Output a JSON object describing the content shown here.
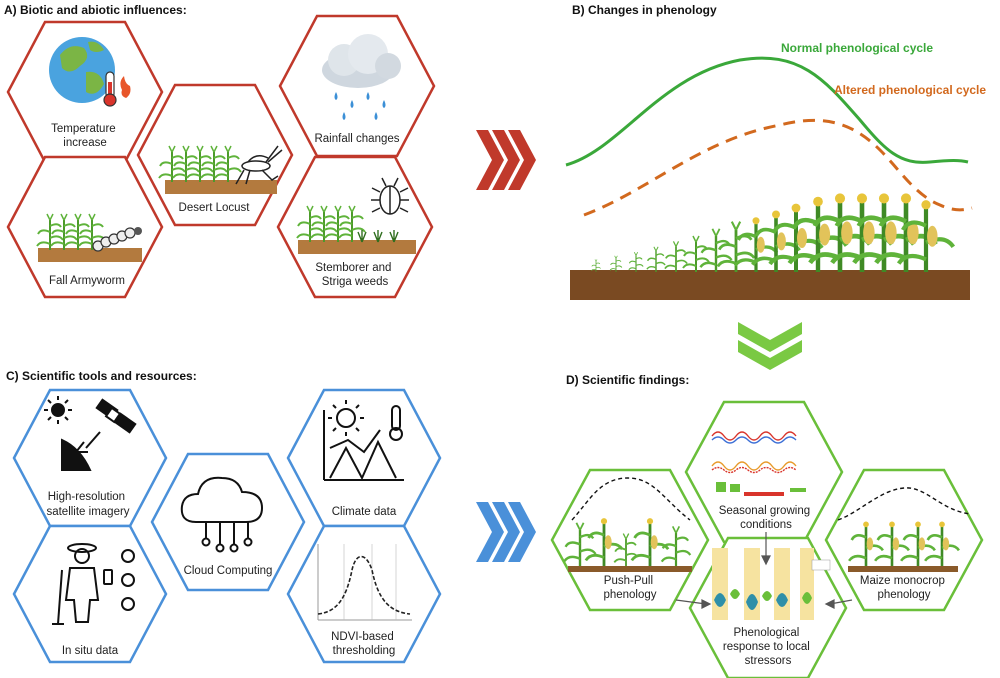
{
  "panels": {
    "a": {
      "title": "A) Biotic and abiotic influences:",
      "items": {
        "temperature": [
          "Temperature",
          "increase"
        ],
        "rainfall": "Rainfall changes",
        "locust": "Desert Locust",
        "armyworm": "Fall Armyworm",
        "stemborer": [
          "Stemborer and",
          "Striga weeds"
        ]
      }
    },
    "b": {
      "title": "B) Changes in phenology",
      "normal_label": "Normal phenological cycle",
      "altered_label": "Altered phenological cycle"
    },
    "c": {
      "title": "C) Scientific tools and resources:",
      "items": {
        "satellite": [
          "High-resolution",
          "satellite imagery"
        ],
        "climate": "Climate data",
        "cloud": "Cloud Computing",
        "insitu": "In situ data",
        "ndvi": [
          "NDVI-based",
          "thresholding"
        ]
      }
    },
    "d": {
      "title": "D) Scientific findings:",
      "items": {
        "seasonal": [
          "Seasonal growing",
          "conditions"
        ],
        "pushpull": [
          "Push-Pull",
          "phenology"
        ],
        "monocrop": [
          "Maize monocrop",
          "phenology"
        ],
        "response": [
          "Phenological",
          "response to local",
          "stressors"
        ]
      }
    }
  },
  "colors": {
    "red_hex": "#c0392b",
    "blue_hex": "#4a90d9",
    "green_hex": "#6abf3a",
    "normal_curve": "#3aa83a",
    "altered_curve": "#d2691e",
    "soil": "#7a4a22",
    "plant": "#4c9a2a"
  }
}
